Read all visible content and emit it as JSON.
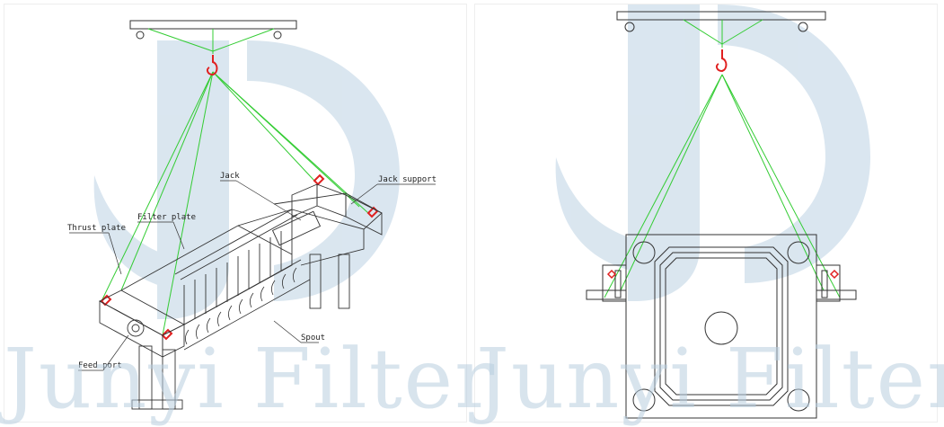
{
  "labels": {
    "jack": "Jack",
    "jack_support": "Jack support",
    "filter_plate": "Filter plate",
    "thrust_plate": "Thrust plate",
    "feed_port": "Feed port",
    "spout": "Spout"
  },
  "watermark": {
    "left": "Junyi Filter",
    "right": "Junyi Filter"
  },
  "colors": {
    "sling": "#33cc33",
    "hook": "#e02020",
    "line": "#333333",
    "watermark": "#b9cfe0"
  },
  "icons": [
    "crane-hook-icon",
    "lifting-lug-icon",
    "logo-watermark-icon"
  ]
}
